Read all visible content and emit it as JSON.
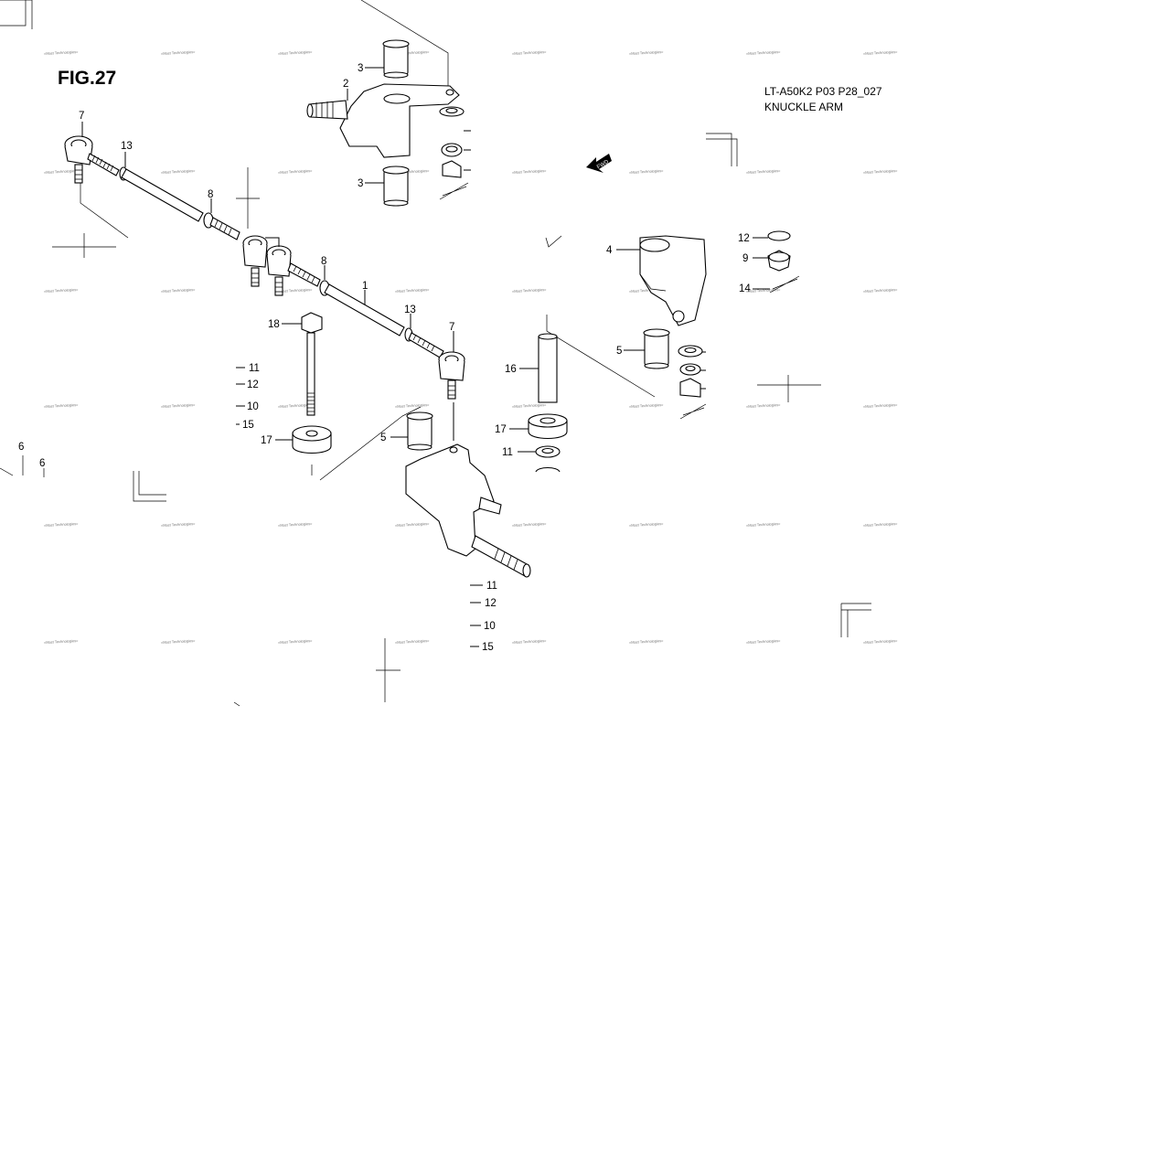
{
  "figure": {
    "number": "FIG.27",
    "code": "LT-A50K2 P03 P28_027",
    "title": "KNUCKLE ARM"
  },
  "fwd_label": "FWD",
  "watermark": "«Mast Technologies»",
  "callouts": [
    "1",
    "2",
    "3",
    "4",
    "5",
    "6",
    "7",
    "8",
    "9",
    "10",
    "11",
    "12",
    "13",
    "14",
    "15",
    "16",
    "17",
    "18"
  ]
}
